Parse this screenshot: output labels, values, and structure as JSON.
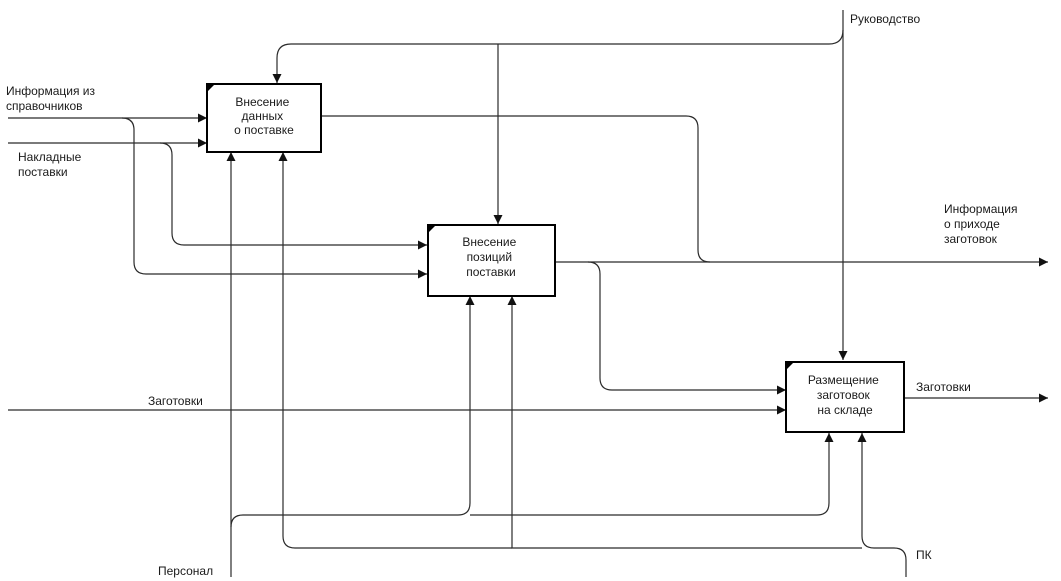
{
  "boxes": {
    "b1": [
      "Внесение",
      "данных",
      "о поставке"
    ],
    "b2": [
      "Внесение",
      "позиций",
      "поставки"
    ],
    "b3": [
      "Размещение",
      "заготовок",
      "на складе"
    ]
  },
  "labels": {
    "management": "Руководство",
    "info_ref_1": "Информация из",
    "info_ref_2": "справочников",
    "invoices_1": "Накладные",
    "invoices_2": "поставки",
    "output_info_1": "Информация",
    "output_info_2": "о приходе",
    "output_info_3": "заготовок",
    "blanks_in": "Заготовки",
    "blanks_out": "Заготовки",
    "personnel": "Персонал",
    "pc": "ПК"
  },
  "colors": {
    "line": "#2b2b2b",
    "box_border": "#000000",
    "text": "#1a1a1a"
  }
}
